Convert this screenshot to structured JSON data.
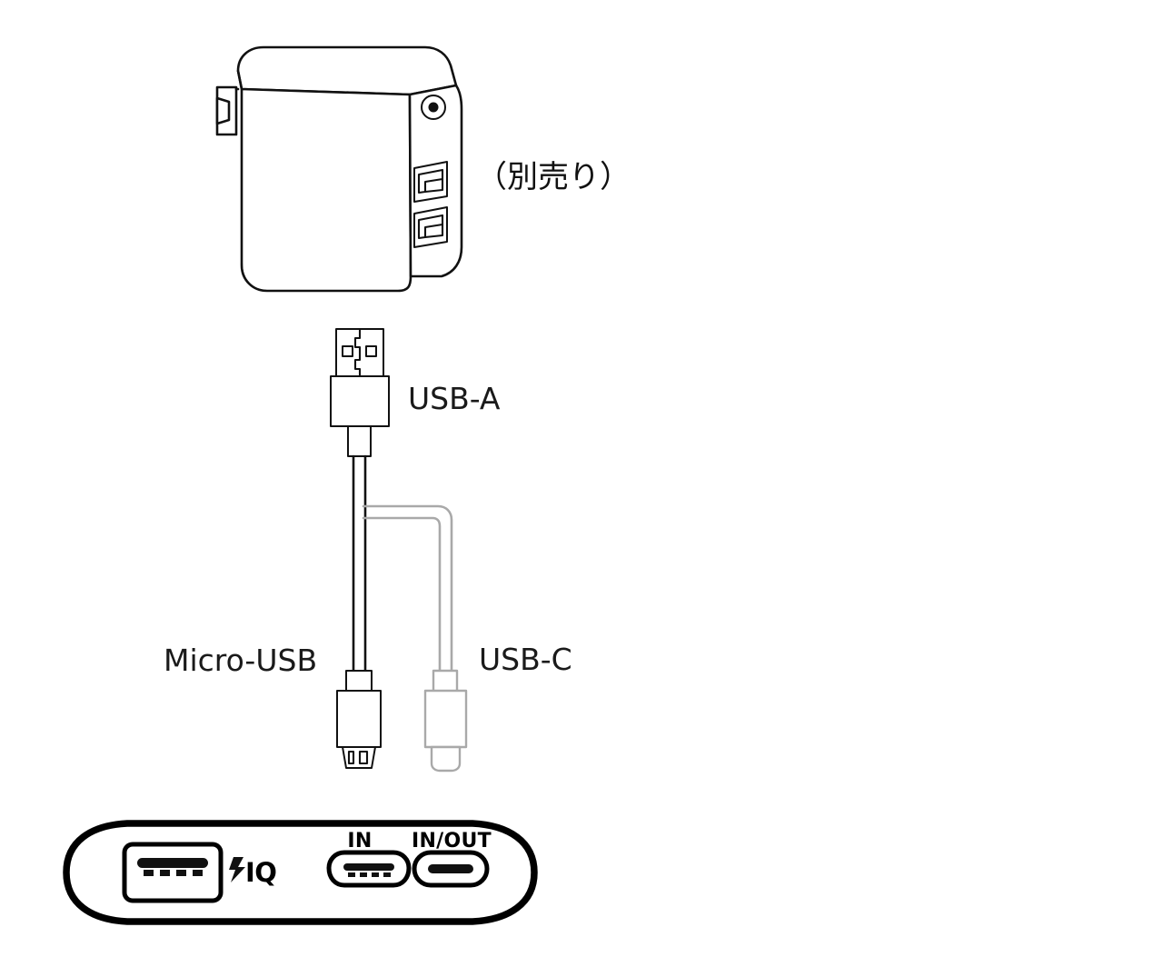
{
  "diagram": {
    "title": "Power bank charging connection diagram",
    "background_color": "#ffffff",
    "ink_color": "#111111",
    "grey_color": "#a9a9a9"
  },
  "wall_charger": {
    "name": "wall-charger",
    "note_label": "（別売り）",
    "note_meaning_visible_text": "（別売り）",
    "usb_a_port_count": 2,
    "indicator_icon": "led-indicator-icon",
    "prong_icon": "ac-prong-icon"
  },
  "cable": {
    "name": "3-in-1 charging cable",
    "usb_a_label": "USB-A",
    "micro_usb_label": "Micro-USB",
    "usb_c_label": "USB-C",
    "branch_count": 2,
    "micro_branch_color": "#111111",
    "usb_c_branch_color": "#a9a9a9"
  },
  "power_bank": {
    "name": "power-bank",
    "usb_a_output_label": "IQ",
    "usb_a_output_icon": "lightning-bolt-icon",
    "micro_usb_port_label": "IN",
    "usb_c_port_label": "IN/OUT",
    "ports": [
      {
        "type": "usb-a",
        "label": "IQ",
        "direction": "out"
      },
      {
        "type": "micro-usb",
        "label": "IN",
        "direction": "in"
      },
      {
        "type": "usb-c",
        "label": "IN/OUT",
        "direction": "in-out"
      }
    ]
  }
}
